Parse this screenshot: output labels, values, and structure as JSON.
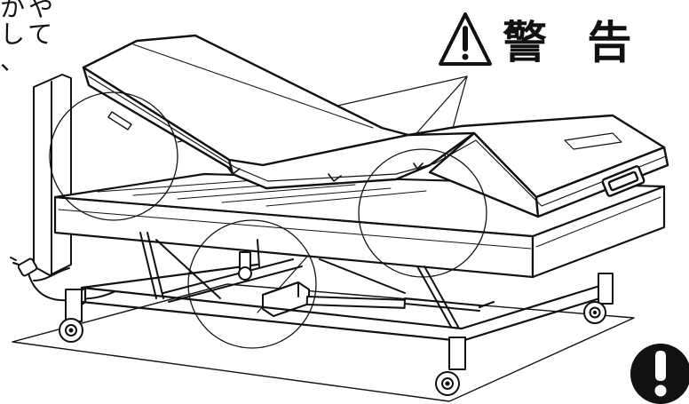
{
  "side_text": {
    "lines": [
      "かや",
      "して",
      "、"
    ]
  },
  "warning": {
    "label": "警 告"
  },
  "icons": {
    "warning_triangle": "warning-triangle-icon",
    "caution_badge": "exclamation-circle-icon"
  },
  "colors": {
    "ink": "#111111",
    "background": "#ffffff"
  }
}
